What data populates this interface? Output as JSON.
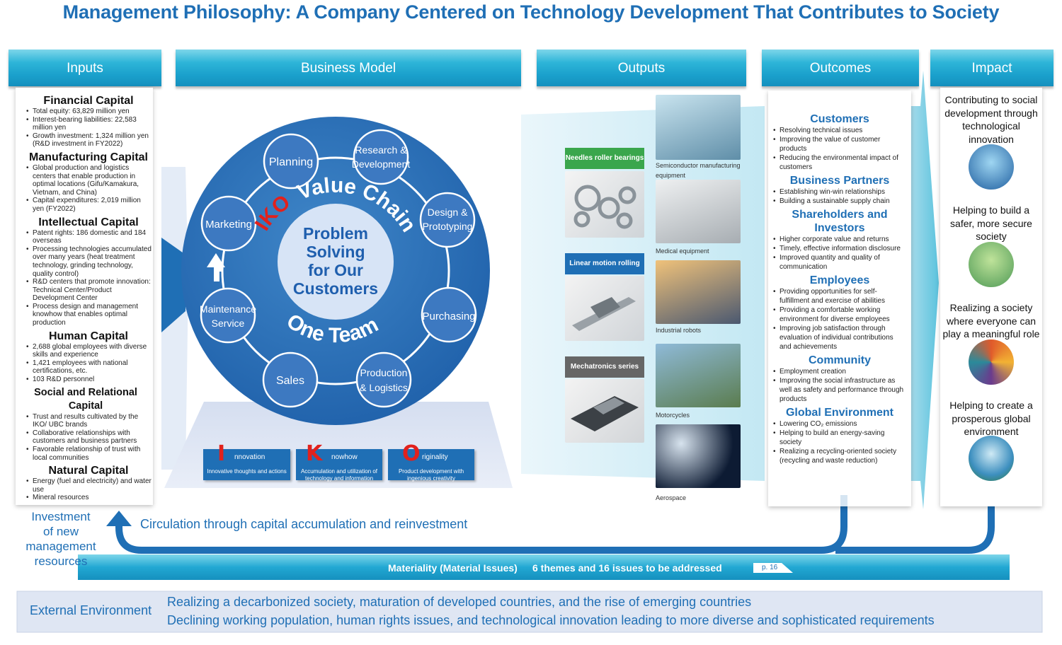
{
  "title": "Management Philosophy: A Company Centered on Technology Development That Contributes to Society",
  "headers": {
    "inputs": "Inputs",
    "business_model": "Business Model",
    "outputs": "Outputs",
    "outcomes": "Outcomes",
    "impact": "Impact"
  },
  "inputs": [
    {
      "title": "Financial Capital",
      "items": [
        "Total equity: 63,829 million yen",
        "Interest-bearing liabilities: 22,583 million yen",
        "Growth investment: 1,324 million yen (R&D investment in FY2022)"
      ]
    },
    {
      "title": "Manufacturing Capital",
      "items": [
        "Global production and logistics centers that enable production in optimal locations (Gifu/Kamakura, Vietnam, and China)",
        "Capital expenditures: 2,019 million yen (FY2022)"
      ]
    },
    {
      "title": "Intellectual Capital",
      "items": [
        "Patent rights: 186 domestic and 184 overseas",
        "Processing technologies accumulated over many years (heat treatment technology, grinding technology, quality control)",
        "R&D centers that promote innovation: Technical Center/Product Development Center",
        "Process design and management knowhow that enables optimal production"
      ]
    },
    {
      "title": "Human Capital",
      "items": [
        "2,688 global employees with diverse skills and experience",
        "1,421 employees with national certifications, etc.",
        "103 R&D personnel"
      ]
    },
    {
      "title": "Social and Relational Capital",
      "items": [
        "Trust and results cultivated by the IKO/ UBC brands",
        "Collaborative relationships with customers and business partners",
        "Favorable relationship of trust with local communities"
      ]
    },
    {
      "title": "Natural Capital",
      "items": [
        "Energy (fuel and electricity) and water use",
        "Mineral resources"
      ]
    }
  ],
  "business_model": {
    "ring_title_1": "IKO",
    "ring_title_2": "Value Chain",
    "ring_bottom": "One Team",
    "center": [
      "Problem",
      "Solving",
      "for Our",
      "Customers"
    ],
    "stages": {
      "planning": "Planning",
      "research": [
        "Research &",
        "Development"
      ],
      "design": [
        "Design &",
        "Prototyping"
      ],
      "purchasing": "Purchasing",
      "production": [
        "Production",
        "& Logistics"
      ],
      "sales": "Sales",
      "maintenance": [
        "Maintenance",
        "Service"
      ],
      "marketing": "Marketing"
    },
    "iko": [
      {
        "letter": "I",
        "word": "nnovation",
        "sub": "Innovative thoughts and actions"
      },
      {
        "letter": "K",
        "word": "nowhow",
        "sub": "Accumulation and utilization of technology and information"
      },
      {
        "letter": "O",
        "word": "riginality",
        "sub": "Product development with ingenious creativity"
      }
    ]
  },
  "outputs": {
    "products": [
      {
        "label": "Needles roller bearings",
        "color": "#3aa64c"
      },
      {
        "label": "Linear motion rolling guides",
        "color": "#1f6fb5"
      },
      {
        "label": "Mechatronics series",
        "color": "#666666"
      }
    ],
    "applications": [
      "Semiconductor manufacturing equipment",
      "Medical equipment",
      "Industrial robots",
      "Motorcycles",
      "Aerospace"
    ]
  },
  "outcomes": [
    {
      "title": "Customers",
      "items": [
        "Resolving technical issues",
        "Improving the value of customer products",
        "Reducing the environmental impact of customers"
      ]
    },
    {
      "title": "Business Partners",
      "items": [
        "Establishing win-win relationships",
        "Building a sustainable supply chain"
      ]
    },
    {
      "title": "Shareholders and Investors",
      "items": [
        "Higher corporate value and returns",
        "Timely, effective information disclosure",
        "Improved quantity and quality of communication"
      ]
    },
    {
      "title": "Employees",
      "items": [
        "Providing opportunities for self-fulfillment and exercise of abilities",
        "Providing a comfortable working environment for diverse employees",
        "Improving job satisfaction through evaluation of individual contributions and achievements"
      ]
    },
    {
      "title": "Community",
      "items": [
        "Employment creation",
        "Improving the social infrastructure as well as safety and performance through products"
      ]
    },
    {
      "title": "Global Environment",
      "items": [
        "Lowering CO₂ emissions",
        "Helping to build an energy-saving society",
        "Realizing a recycling-oriented society (recycling and waste reduction)"
      ]
    }
  ],
  "impact": [
    {
      "text": "Contributing to social development through technological innovation",
      "icon": "hands-globe-icon"
    },
    {
      "text": "Helping to build a safer, more secure society",
      "icon": "family-park-icon"
    },
    {
      "text": "Realizing a society where everyone can play a meaningful role",
      "icon": "diverse-people-icon"
    },
    {
      "text": "Helping to create a prosperous global environment",
      "icon": "earth-tree-icon"
    }
  ],
  "cycle": {
    "investment": [
      "Investment",
      "of new",
      "management",
      "resources"
    ],
    "circulation": "Circulation through capital accumulation and reinvestment",
    "materiality": "Materiality (Material Issues)",
    "themes": "6 themes and 16 issues to be addressed",
    "page_ref": "p. 16"
  },
  "external": {
    "label": "External Environment",
    "line1": "Realizing a decarbonized society, maturation of developed countries, and the rise of emerging countries",
    "line2": "Declining working population, human rights issues, and technological innovation leading to more diverse and sophisticated requirements"
  },
  "colors": {
    "accent_blue": "#1f6fb5",
    "cyan": "#1aa0cc",
    "ring_blue": "#2b6db6",
    "iko_red": "#e2211c"
  }
}
